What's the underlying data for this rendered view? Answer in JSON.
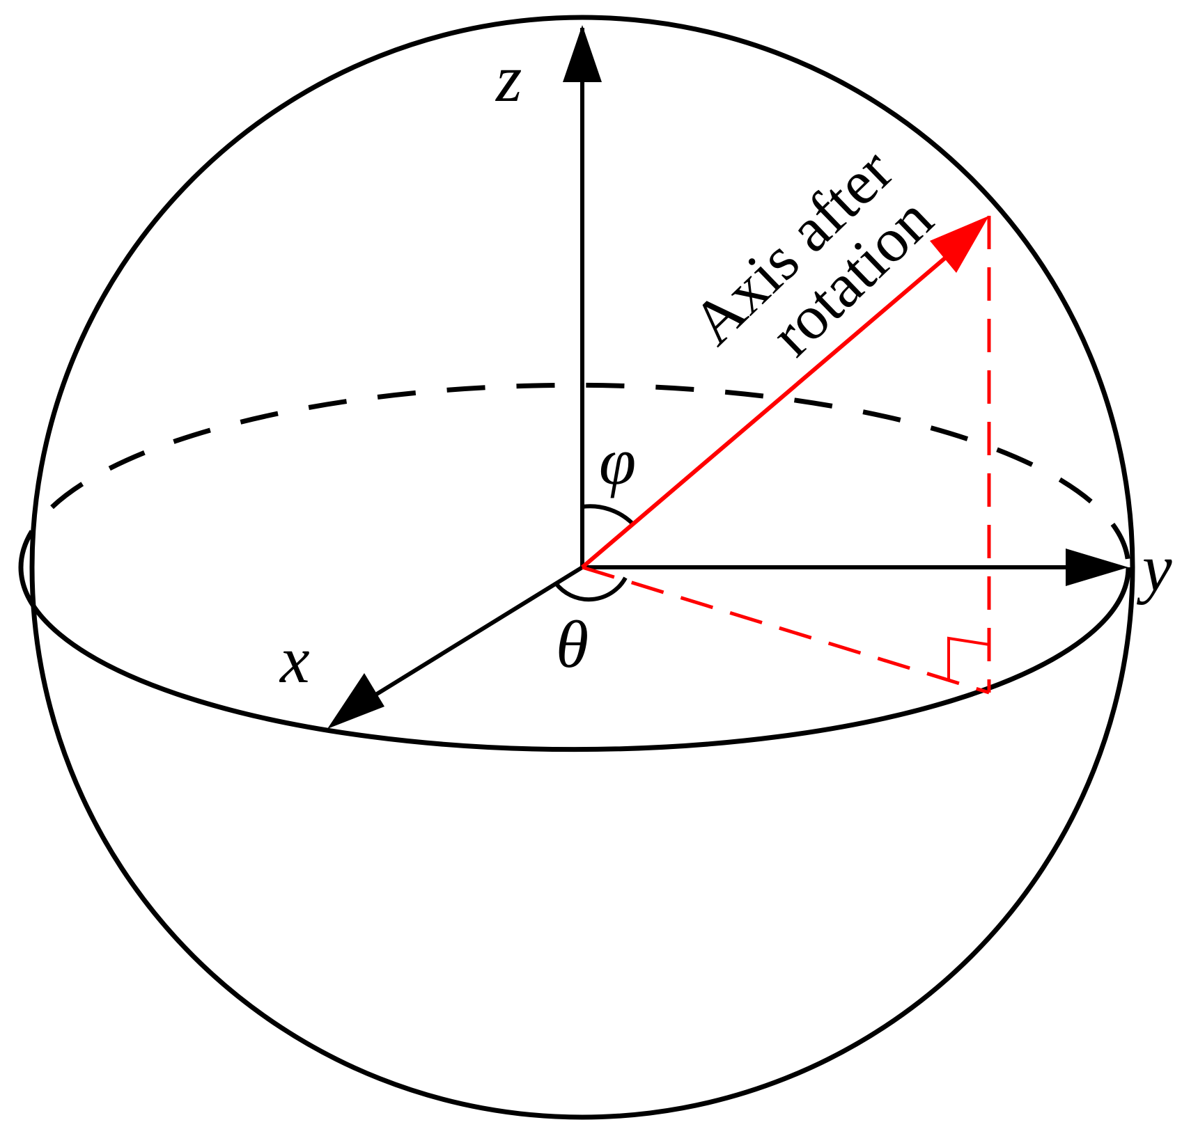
{
  "diagram": {
    "axes": {
      "x_label": "x",
      "y_label": "y",
      "z_label": "z"
    },
    "angles": {
      "polar_label": "φ",
      "azimuth_label": "θ"
    },
    "rotated_axis": {
      "caption_line1": "Axis after",
      "caption_line2": "rotation"
    },
    "colors": {
      "outline": "#000000",
      "rotated_axis": "#ff0000",
      "background": "#ffffff"
    }
  }
}
